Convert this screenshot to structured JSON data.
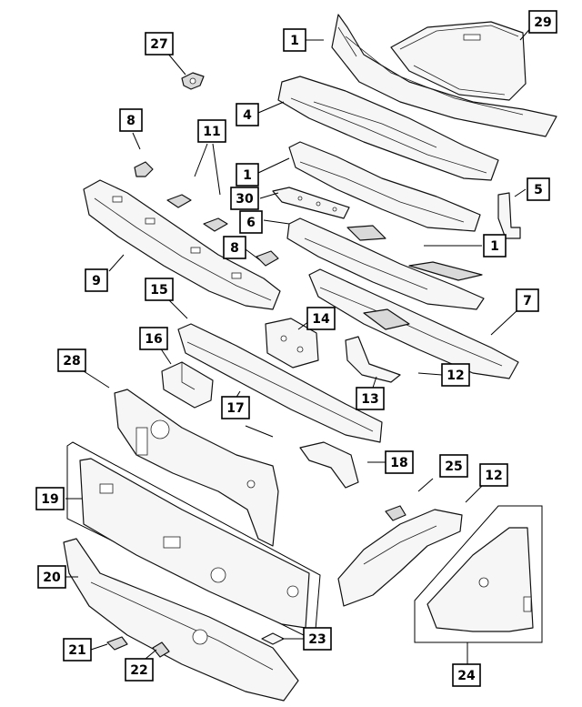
{
  "callouts": [
    {
      "id": "c1a",
      "label": "1"
    },
    {
      "id": "c29",
      "label": "29"
    },
    {
      "id": "c27",
      "label": "27"
    },
    {
      "id": "c4",
      "label": "4"
    },
    {
      "id": "c8a",
      "label": "8"
    },
    {
      "id": "c11",
      "label": "11"
    },
    {
      "id": "c1b",
      "label": "1"
    },
    {
      "id": "c5",
      "label": "5"
    },
    {
      "id": "c30",
      "label": "30"
    },
    {
      "id": "c6",
      "label": "6"
    },
    {
      "id": "c1c",
      "label": "1"
    },
    {
      "id": "c8b",
      "label": "8"
    },
    {
      "id": "c9",
      "label": "9"
    },
    {
      "id": "c15",
      "label": "15"
    },
    {
      "id": "c7",
      "label": "7"
    },
    {
      "id": "c14",
      "label": "14"
    },
    {
      "id": "c16",
      "label": "16"
    },
    {
      "id": "c28",
      "label": "28"
    },
    {
      "id": "c12a",
      "label": "12"
    },
    {
      "id": "c13",
      "label": "13"
    },
    {
      "id": "c17",
      "label": "17"
    },
    {
      "id": "c18",
      "label": "18"
    },
    {
      "id": "c25",
      "label": "25"
    },
    {
      "id": "c12b",
      "label": "12"
    },
    {
      "id": "c19",
      "label": "19"
    },
    {
      "id": "c20",
      "label": "20"
    },
    {
      "id": "c21",
      "label": "21"
    },
    {
      "id": "c23",
      "label": "23"
    },
    {
      "id": "c22",
      "label": "22"
    },
    {
      "id": "c24",
      "label": "24"
    }
  ]
}
